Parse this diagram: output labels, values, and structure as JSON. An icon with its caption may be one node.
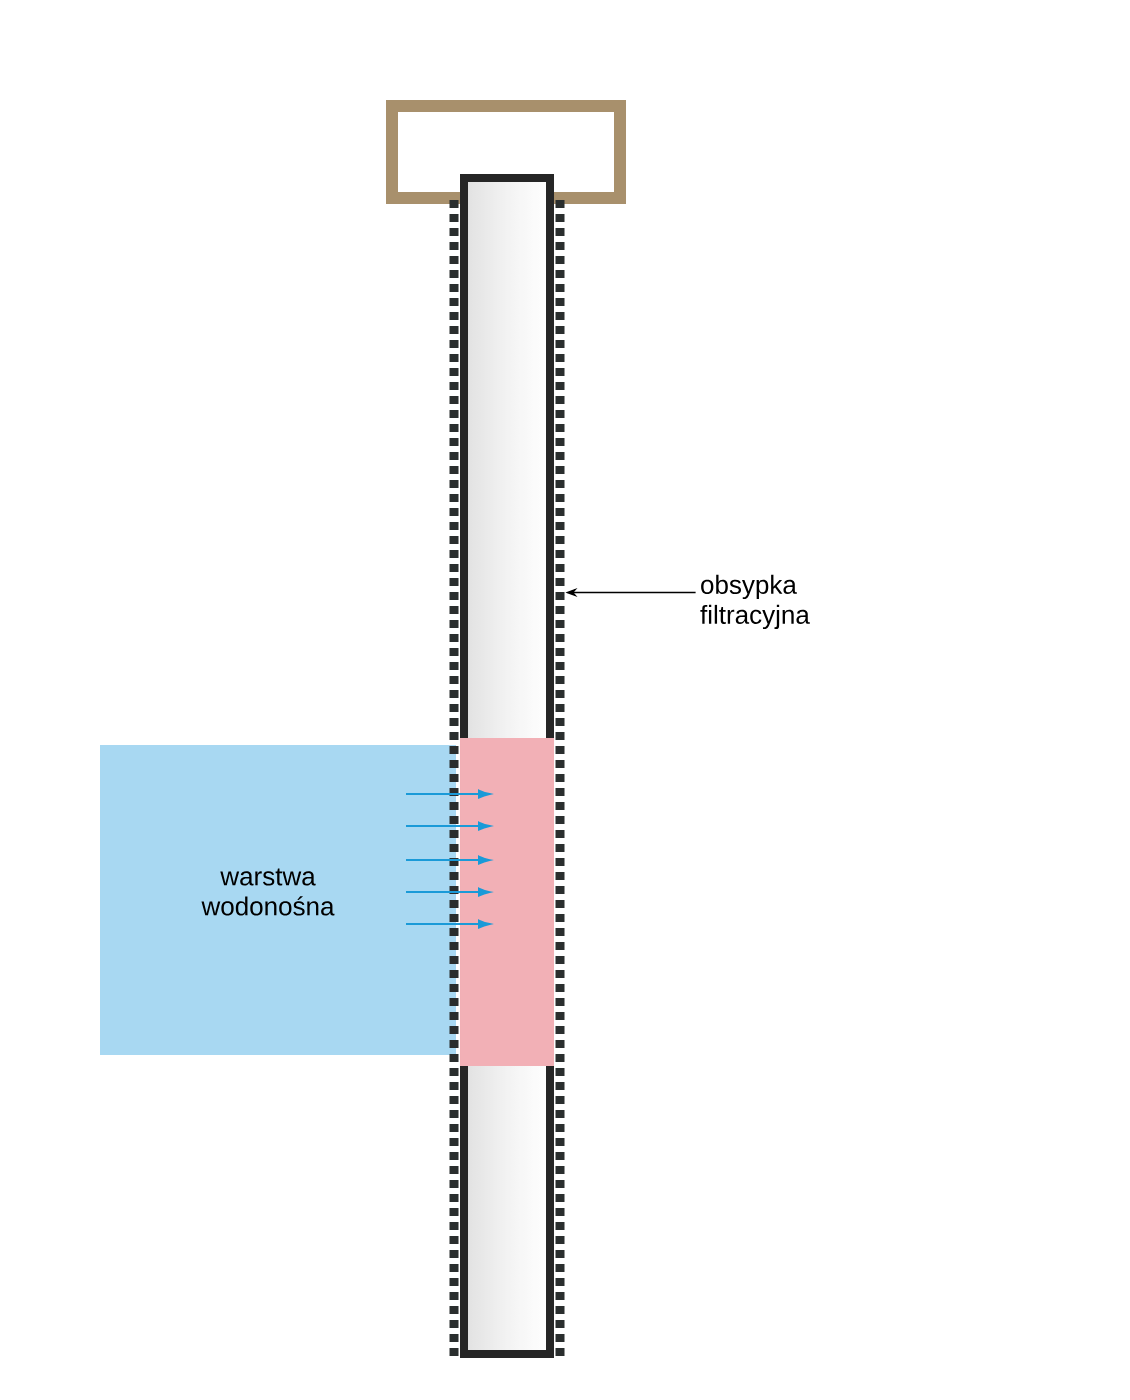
{
  "diagram": {
    "nodes": [
      {
        "text": [
          "warstwa wodonośna"
        ]
      },
      {
        "text": [
          "obsypka filtracyjna"
        ]
      },
      {
        "text": [],
        "shape": "bar"
      }
    ],
    "edges": [
      {
        "from": 1,
        "to": 2,
        "arrow": "to"
      }
    ]
  }
}
